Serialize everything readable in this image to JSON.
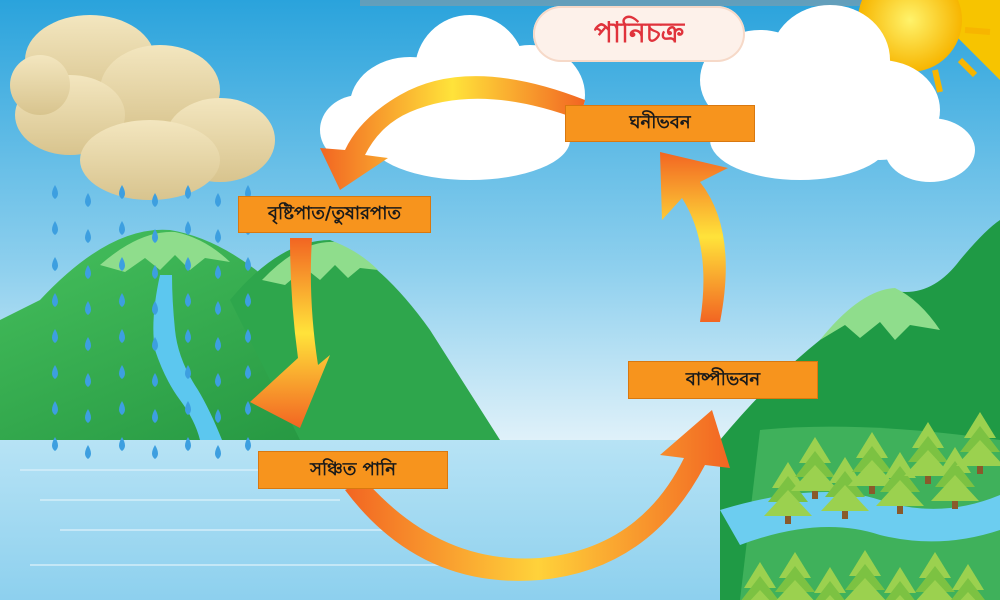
{
  "title": "পানিচক্র",
  "stages": {
    "condensation": "ঘনীভবন",
    "precipitation": "বৃষ্টিপাত/তুষারপাত",
    "collection": "সঞ্চিত পানি",
    "evaporation": "বাষ্পীভবন"
  },
  "colors": {
    "sky_top": "#2fa8df",
    "sky_bottom": "#d6eef8",
    "water": "#9fd8f0",
    "label_bg": "#f7941d",
    "title_text": "#e0333c",
    "arrow_orange": "#f26522",
    "arrow_yellow": "#ffe33a",
    "mountain": "#2fa84f",
    "tree": "#8cc63f",
    "rain": "#3d9fe0",
    "sun": "#ffd21f"
  },
  "icons": [
    "rain-cloud-icon",
    "sun-icon",
    "raindrop-icon",
    "tree-icon"
  ]
}
